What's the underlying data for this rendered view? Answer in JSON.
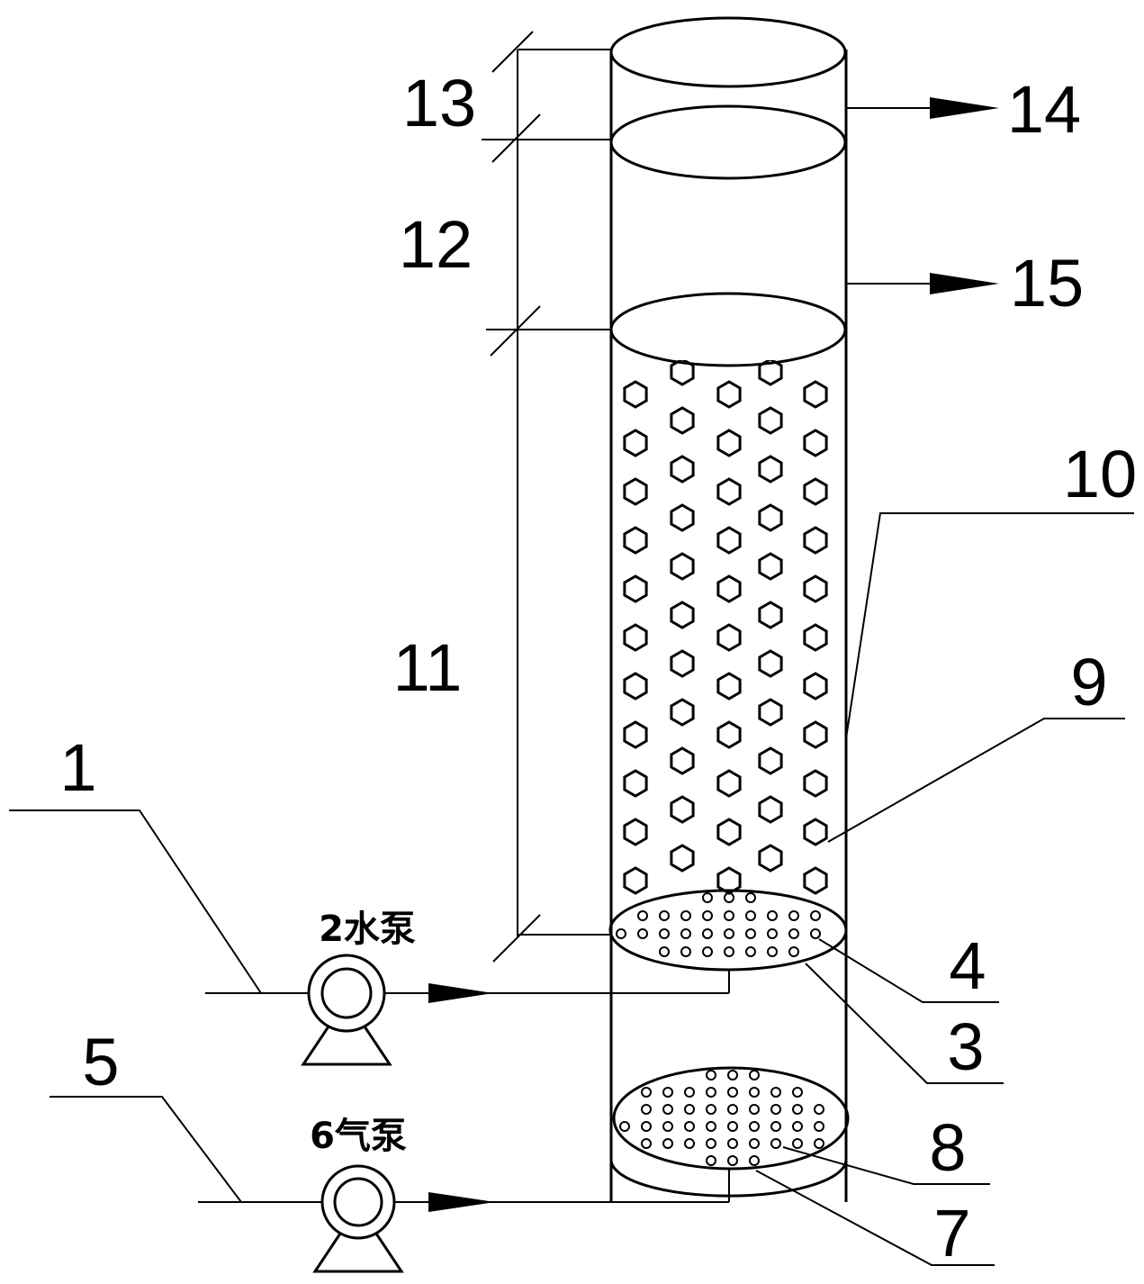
{
  "labels": {
    "l1": "1",
    "l3": "3",
    "l4": "4",
    "l5": "5",
    "l7": "7",
    "l8": "8",
    "l9": "9",
    "l10": "10",
    "l11": "11",
    "l12": "12",
    "l13": "13",
    "l14": "14",
    "l15": "15"
  },
  "pumps": {
    "water_pump": "2水泵",
    "air_pump": "6气泵"
  }
}
